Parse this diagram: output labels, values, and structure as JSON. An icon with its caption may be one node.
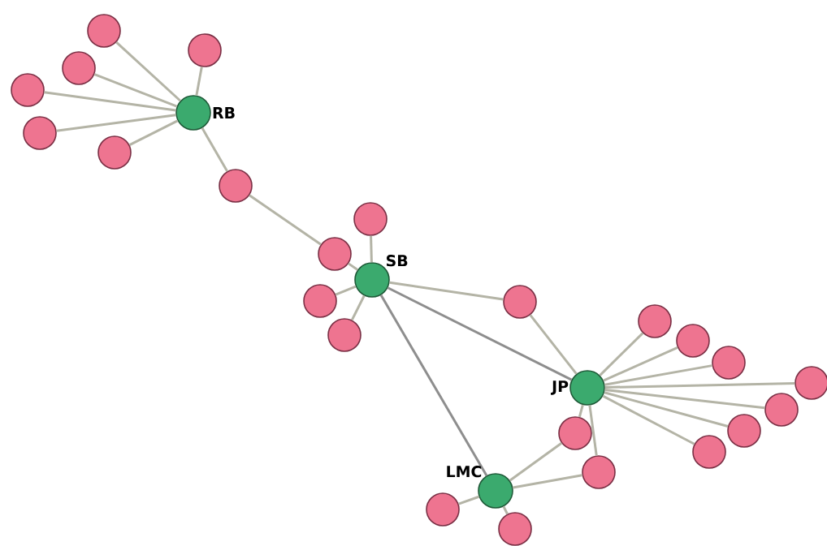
{
  "diagram": {
    "nodes": [
      {
        "text": [],
        "shape": "circle",
        "beside": [
          "RB"
        ]
      },
      {
        "text": [],
        "shape": "circle",
        "beside": [
          "SB"
        ]
      },
      {
        "text": [],
        "shape": "circle",
        "beside": [
          "JP"
        ]
      },
      {
        "text": [],
        "shape": "circle",
        "beside": [
          "LMC"
        ]
      },
      {
        "text": [],
        "shape": "circle"
      },
      {
        "text": [],
        "shape": "circle"
      },
      {
        "text": [],
        "shape": "circle"
      },
      {
        "text": [],
        "shape": "circle"
      },
      {
        "text": [],
        "shape": "circle"
      },
      {
        "text": [],
        "shape": "circle"
      },
      {
        "text": [],
        "shape": "circle"
      },
      {
        "text": [],
        "shape": "circle"
      },
      {
        "text": [],
        "shape": "circle"
      },
      {
        "text": [],
        "shape": "circle"
      },
      {
        "text": [],
        "shape": "circle"
      },
      {
        "text": [],
        "shape": "circle"
      },
      {
        "text": [],
        "shape": "circle"
      },
      {
        "text": [],
        "shape": "circle"
      },
      {
        "text": [],
        "shape": "circle"
      },
      {
        "text": [],
        "shape": "circle"
      },
      {
        "text": [],
        "shape": "circle"
      },
      {
        "text": [],
        "shape": "circle"
      },
      {
        "text": [],
        "shape": "circle"
      },
      {
        "text": [],
        "shape": "circle"
      },
      {
        "text": [],
        "shape": "circle"
      },
      {
        "text": [],
        "shape": "circle"
      },
      {
        "text": [],
        "shape": "circle"
      }
    ],
    "edges": [
      {
        "from": 0,
        "to": 4,
        "arrow": "none"
      },
      {
        "from": 0,
        "to": 5,
        "arrow": "none"
      },
      {
        "from": 0,
        "to": 6,
        "arrow": "none"
      },
      {
        "from": 0,
        "to": 7,
        "arrow": "none"
      },
      {
        "from": 0,
        "to": 8,
        "arrow": "none"
      },
      {
        "from": 0,
        "to": 9,
        "arrow": "none"
      },
      {
        "from": 0,
        "to": 10,
        "arrow": "none"
      },
      {
        "from": 10,
        "to": 12,
        "arrow": "none"
      },
      {
        "from": 1,
        "to": 11,
        "arrow": "none"
      },
      {
        "from": 1,
        "to": 12,
        "arrow": "none"
      },
      {
        "from": 1,
        "to": 13,
        "arrow": "none"
      },
      {
        "from": 1,
        "to": 16,
        "arrow": "none"
      },
      {
        "from": 1,
        "to": 14,
        "arrow": "none"
      },
      {
        "from": 1,
        "to": 2,
        "arrow": "none",
        "color": "#8e8e8e"
      },
      {
        "from": 1,
        "to": 3,
        "arrow": "none",
        "color": "#8e8e8e"
      },
      {
        "from": 14,
        "to": 2,
        "arrow": "none"
      },
      {
        "from": 2,
        "to": 15,
        "arrow": "none"
      },
      {
        "from": 2,
        "to": 17,
        "arrow": "none"
      },
      {
        "from": 2,
        "to": 18,
        "arrow": "none"
      },
      {
        "from": 2,
        "to": 19,
        "arrow": "none"
      },
      {
        "from": 2,
        "to": 20,
        "arrow": "none"
      },
      {
        "from": 2,
        "to": 21,
        "arrow": "none"
      },
      {
        "from": 2,
        "to": 23,
        "arrow": "none"
      },
      {
        "from": 2,
        "to": 22,
        "arrow": "none"
      },
      {
        "from": 2,
        "to": 24,
        "arrow": "none"
      },
      {
        "from": 3,
        "to": 22,
        "arrow": "none"
      },
      {
        "from": 3,
        "to": 24,
        "arrow": "none"
      },
      {
        "from": 3,
        "to": 25,
        "arrow": "none"
      },
      {
        "from": 3,
        "to": 26,
        "arrow": "none"
      }
    ]
  }
}
